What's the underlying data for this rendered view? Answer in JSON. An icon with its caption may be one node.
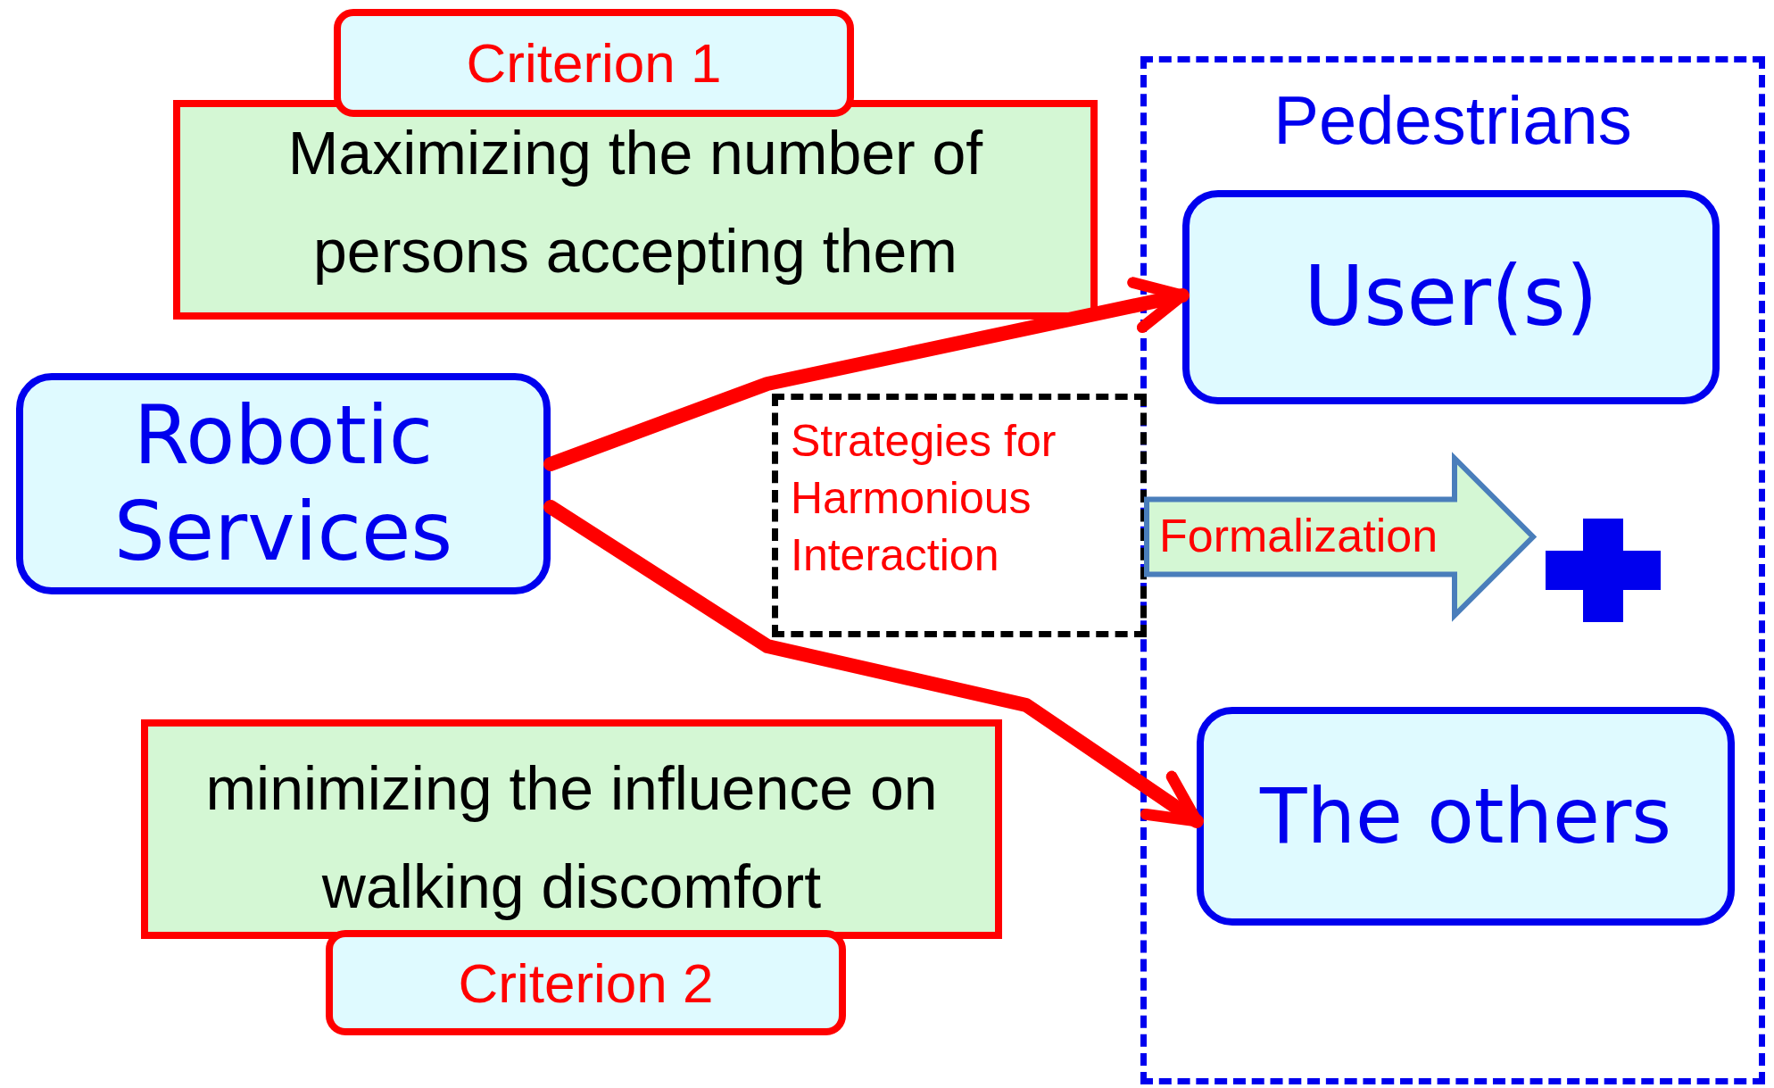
{
  "diagram": {
    "nodes": [
      {
        "text": [
          "Criterion 1"
        ]
      },
      {
        "text": [
          "Maximizing the number of persons accepting them"
        ]
      },
      {
        "text": [
          "Pedestrians"
        ]
      },
      {
        "text": [
          "User(s)"
        ],
        "in": 2
      },
      {
        "text": [
          "Robotic Services"
        ]
      },
      {
        "text": [
          "Strategies for Harmonious Interaction"
        ]
      },
      {
        "text": [],
        "shape": "cross",
        "in": 2
      },
      {
        "text": [
          "The others"
        ],
        "in": 2
      },
      {
        "text": [
          "minimizing the influence on walking discomfort"
        ]
      },
      {
        "text": [
          "Criterion 2"
        ]
      }
    ],
    "edges": [
      {
        "from": 4,
        "to": 3,
        "arrow": "to"
      },
      {
        "from": 4,
        "to": 7,
        "arrow": "to"
      },
      {
        "from": 5,
        "to": 6,
        "arrow": "to",
        "label": "Formalization",
        "style": "thick",
        "color": "#4a7ebb"
      }
    ]
  }
}
